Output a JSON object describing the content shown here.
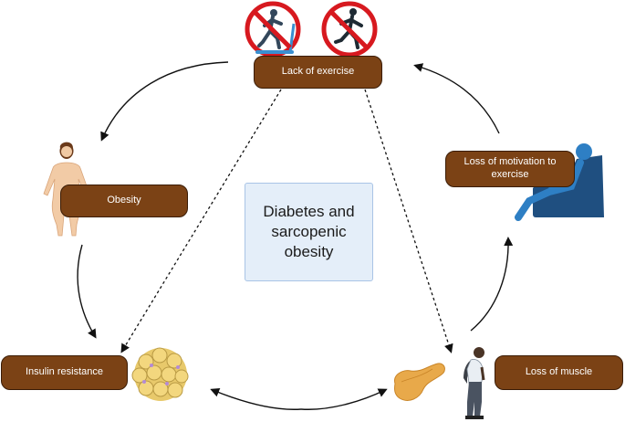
{
  "center": {
    "line1": "Diabetes and",
    "line2": "sarcopenic",
    "line3": "obesity"
  },
  "nodes": {
    "lack_of_exercise": "Lack of exercise",
    "obesity": "Obesity",
    "insulin_resistance": "Insulin resistance",
    "loss_of_muscle": "Loss of muscle",
    "loss_of_motivation_line1": "Loss of motivation to",
    "loss_of_motivation_line2": "exercise"
  },
  "colors": {
    "node_fill": "#7b4215",
    "node_border": "#3a1c06",
    "center_fill": "#e4eef9",
    "center_border": "#a9c4e6",
    "prohibition_red": "#d7191f",
    "person_blue": "#2e7fc4"
  },
  "icons": [
    "no-running-treadmill-icon",
    "no-jogging-icon",
    "obese-woman-icon",
    "fat-cells-icon",
    "pancreas-icon",
    "elderly-man-icon",
    "person-in-armchair-icon"
  ]
}
